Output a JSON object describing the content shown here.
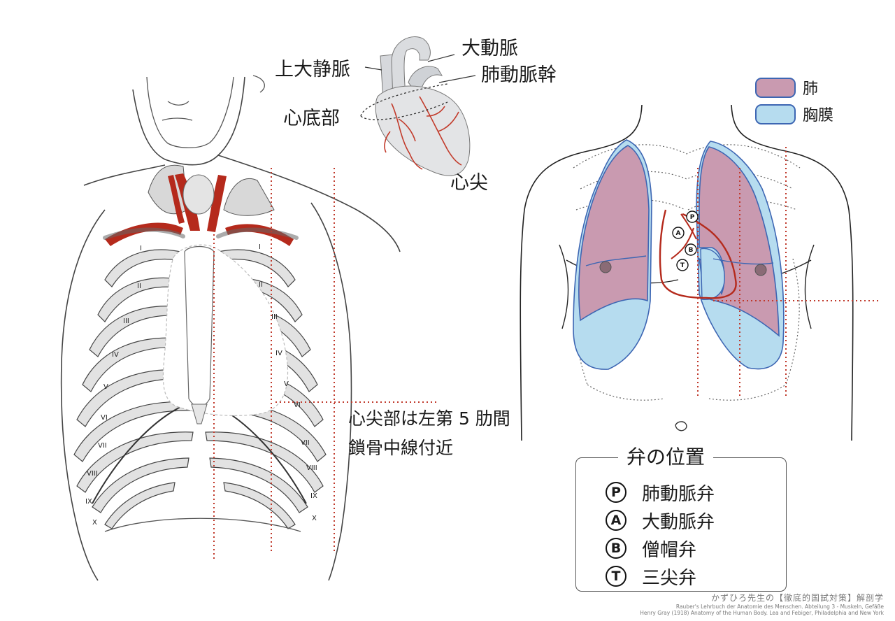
{
  "heart_labels": {
    "svc": "上大静脈",
    "aorta": "大動脈",
    "pulmonary_trunk": "肺動脈幹",
    "base": "心底部",
    "apex": "心尖"
  },
  "apex_note": {
    "line1": "心尖部は左第 5 肋間",
    "line2": "鎖骨中線付近"
  },
  "rib_numerals": [
    "I",
    "II",
    "III",
    "IV",
    "V",
    "VI",
    "VII",
    "VIII",
    "IX",
    "X"
  ],
  "legend": [
    {
      "label": "肺",
      "color": "#c99ab0"
    },
    {
      "label": "胸膜",
      "color": "#b6dcef"
    }
  ],
  "valve_section": {
    "title": "弁の位置",
    "items": [
      {
        "symbol": "P",
        "name": "肺動脈弁"
      },
      {
        "symbol": "A",
        "name": "大動脈弁"
      },
      {
        "symbol": "B",
        "name": "僧帽弁"
      },
      {
        "symbol": "T",
        "name": "三尖弁"
      }
    ]
  },
  "credits": {
    "line1": "かずひろ先生の【徹底的国試対策】解剖学",
    "line2": "Rauber's Lehrbuch der Anatomie des Menschen. Abteilung 3 - Muskeln, Gefäße",
    "line3": "Henry Gray (1918) Anatomy of the Human Body. Lea and Febiger, Philadelphia and New York"
  },
  "colors": {
    "vessel_red": "#b52a1c",
    "guide_red": "#c0392b",
    "lung_fill": "#c99ab0",
    "pleura_fill": "#b6dcef",
    "outline_blue": "#3d66b3"
  }
}
